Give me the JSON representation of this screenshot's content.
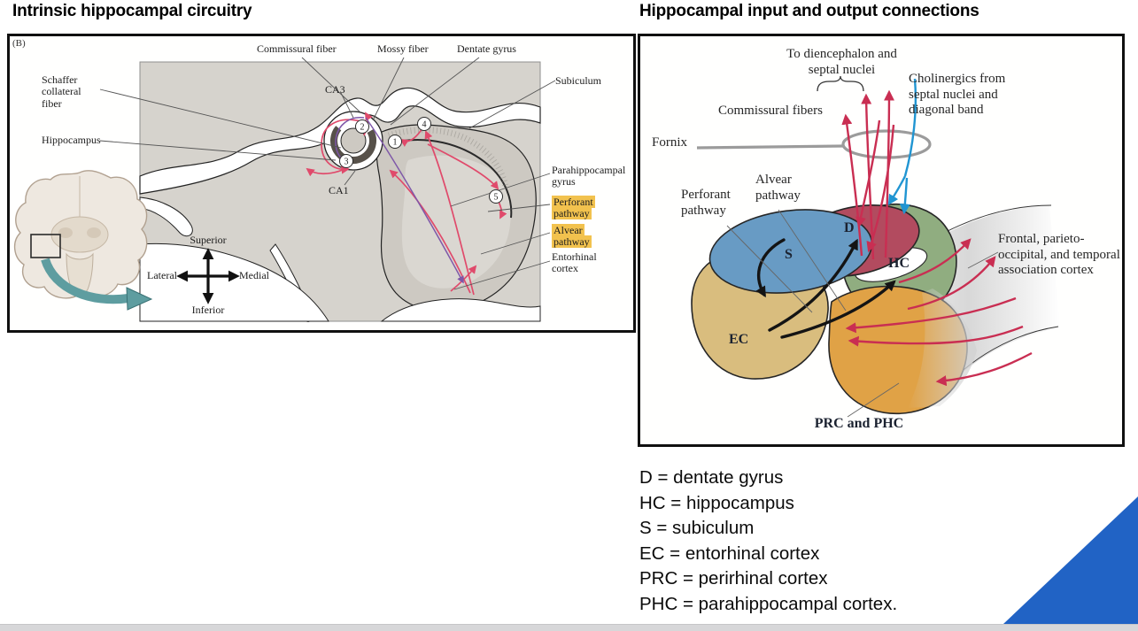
{
  "titles": {
    "left": "Intrinsic hippocampal circuitry",
    "right": "Hippocampal input and output connections"
  },
  "left_panel": {
    "figure_tag": "(B)",
    "labels": {
      "commissural_fiber": "Commissural fiber",
      "mossy_fiber": "Mossy fiber",
      "dentate_gyrus": "Dentate gyrus",
      "subiculum": "Subiculum",
      "schaffer_collateral_fiber": "Schaffer collateral fiber",
      "hippocampus": "Hippocampus",
      "ca3": "CA3",
      "ca1": "CA1",
      "parahippocampal_gyrus": "Parahippocampal gyrus",
      "perforant_pathway": "Perforant pathway",
      "alvear_pathway": "Alvear pathway",
      "entorhinal_cortex": "Entorhinal cortex"
    },
    "compass": {
      "up": "Superior",
      "down": "Inferior",
      "left": "Lateral",
      "right": "Medial"
    },
    "step_markers": [
      "1",
      "2",
      "3",
      "4",
      "5"
    ]
  },
  "right_panel": {
    "labels": {
      "to_diencephalon": "To diencephalon and septal nuclei",
      "cholinergics": "Cholinergics from septal nuclei and diagonal band",
      "commissural_fibers": "Commissural fibers",
      "fornix": "Fornix",
      "alvear_pathway": "Alvear pathway",
      "perforant_pathway": "Perforant pathway",
      "association_cortex": "Frontal, parieto-occipital, and temporal association cortex",
      "prc_phc": "PRC and PHC"
    },
    "regions": {
      "d": "D",
      "s": "S",
      "hc": "HC",
      "ec": "EC"
    }
  },
  "legend": {
    "lines": [
      "D = dentate gyrus",
      "HC = hippocampus",
      "S = subiculum",
      "EC = entorhinal cortex",
      "PRC = perirhinal cortex",
      "PHC = parahippocampal cortex."
    ]
  },
  "colors": {
    "highlight_yellow": "#f2c24e",
    "pathway_red_left": "#e04a6b",
    "pathway_red_right": "#c92e52",
    "pathway_purple": "#7e57a8",
    "cholinergic_blue": "#2095d2",
    "fornix_gray": "#9b9b9b",
    "region_d": "#b24b5f",
    "region_hc": "#90ad80",
    "region_s": "#689bc4",
    "region_ec": "#d9bd7e",
    "region_prc_phc": "#e0a246",
    "inset_arrow_teal": "#5e9da0",
    "corner_triangle_blue": "#2163c5"
  }
}
